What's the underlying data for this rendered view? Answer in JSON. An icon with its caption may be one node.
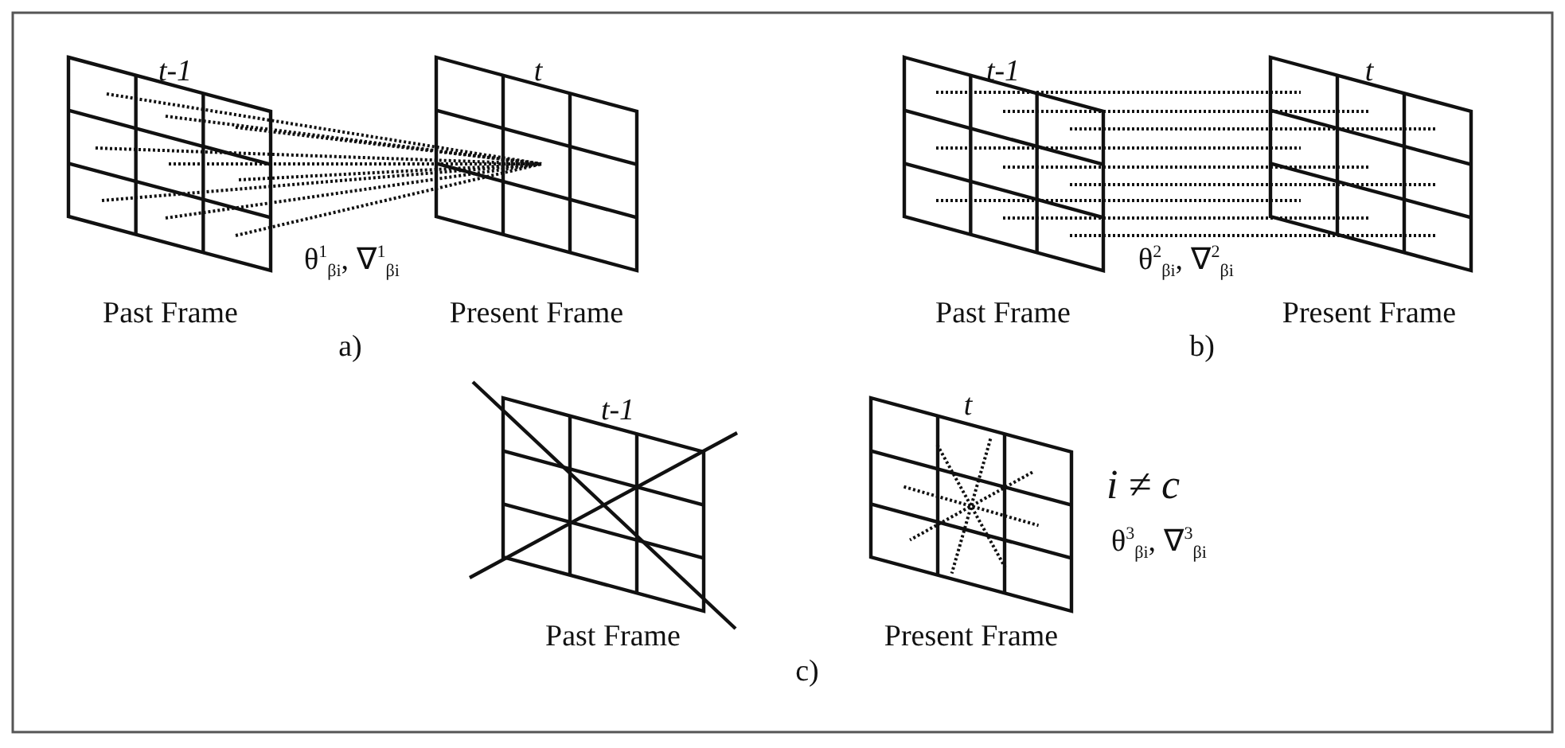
{
  "diagram": {
    "labels": [
      "t-1",
      "t",
      "θ$^{1}$$_{βi}$, ∇$^{1}$$_{βi}$",
      "Past Frame",
      "Present Frame",
      "a)",
      "t-1",
      "t",
      "θ$^{2}$$_{βi}$, ∇$^{2}$$_{βi}$",
      "Past Frame",
      "Present Frame",
      "b)",
      "t-1",
      "t",
      "i ≠ c",
      "θ$^{3}$$_{βi}$, ∇$^{3}$$_{βi}$",
      "Past Frame",
      "Present Frame",
      "c)"
    ]
  }
}
